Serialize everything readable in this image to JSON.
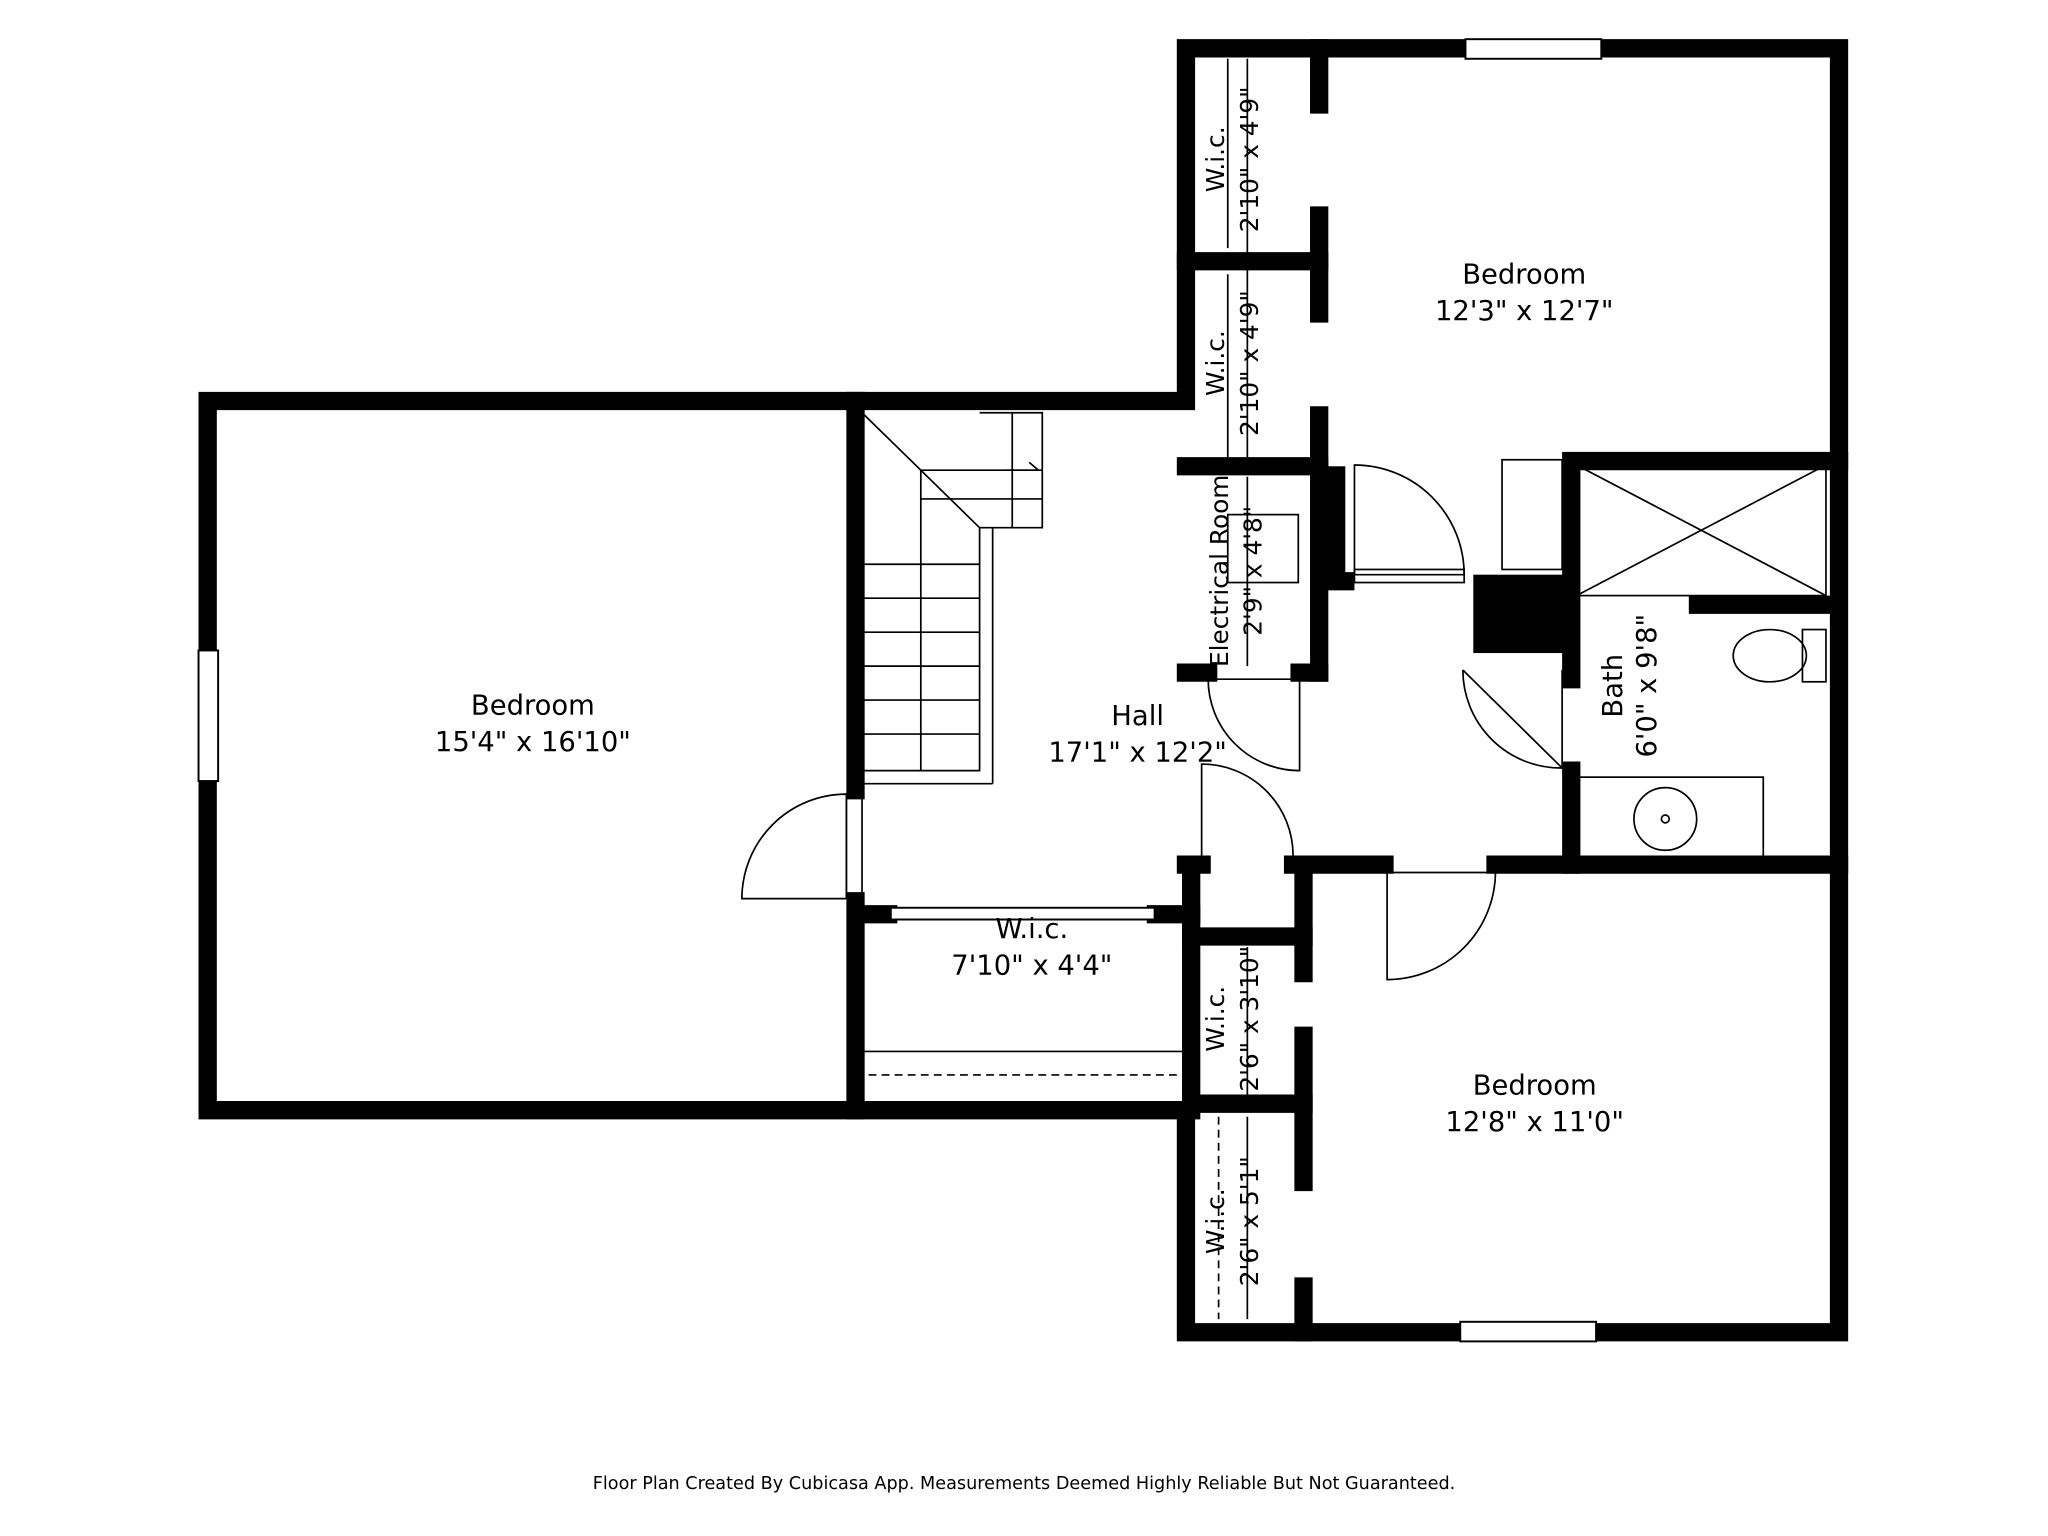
{
  "rooms": [
    {
      "name": "Bedroom",
      "size": "15'4\" x 16'10\""
    },
    {
      "name": "Hall",
      "size": "17'1\" x 12'2\""
    },
    {
      "name": "Bedroom",
      "size": "12'3\" x 12'7\""
    },
    {
      "name": "Bedroom",
      "size": "12'8\" x 11'0\""
    },
    {
      "name": "Bath",
      "size": "6'0\" x 9'8\""
    },
    {
      "name": "W.i.c.",
      "size": "7'10\" x 4'4\""
    },
    {
      "name": "W.i.c.",
      "size": "2'10\" x 4'9\""
    },
    {
      "name": "W.i.c.",
      "size": "2'10\" x 4'9\""
    },
    {
      "name": "Electrical Room",
      "size": "2'9\" x 4'8\""
    },
    {
      "name": "W.i.c.",
      "size": "2'6\" x 3'10\""
    },
    {
      "name": "W.i.c.",
      "size": "2'6\" x 5'1\""
    }
  ],
  "footer": "Floor Plan Created By Cubicasa App. Measurements Deemed Highly Reliable But Not Guaranteed."
}
